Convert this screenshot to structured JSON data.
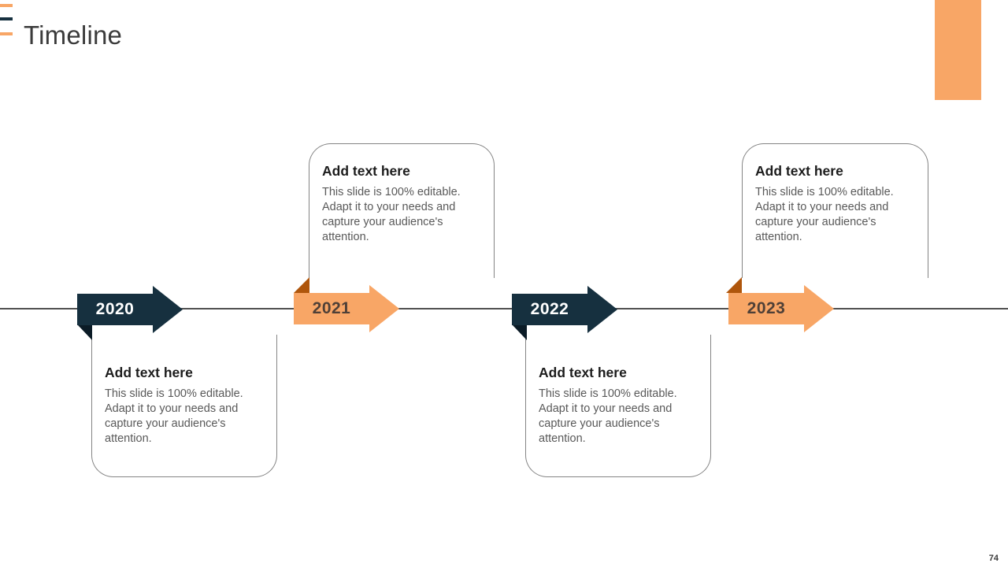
{
  "slide": {
    "title": "Timeline",
    "page_number": "74"
  },
  "colors": {
    "navy": "#16303F",
    "navy_dark": "#0B1B26",
    "orange": "#F8A666",
    "orange_dark": "#AF560C",
    "line": "#505050",
    "card_border": "#848484",
    "heading_text": "#1C1C1C",
    "body_text": "#595959",
    "title_text": "#3B3B3B",
    "year_on_navy": "#FFFFFF",
    "year_on_orange": "#4F4037"
  },
  "timeline": {
    "events": [
      {
        "year": "2020",
        "variant": "navy",
        "card_position": "below",
        "heading": "Add text here",
        "body": "This slide is 100% editable. Adapt it to your needs and capture your audience's attention."
      },
      {
        "year": "2021",
        "variant": "orange",
        "card_position": "above",
        "heading": "Add text here",
        "body": "This slide is 100% editable. Adapt it to your needs and capture your audience's attention."
      },
      {
        "year": "2022",
        "variant": "navy",
        "card_position": "below",
        "heading": "Add text here",
        "body": "This slide is 100% editable. Adapt it to your needs and capture your audience's attention."
      },
      {
        "year": "2023",
        "variant": "orange",
        "card_position": "above",
        "heading": "Add text here",
        "body": "This slide is 100% editable. Adapt it to your needs and capture your audience's attention."
      }
    ]
  }
}
